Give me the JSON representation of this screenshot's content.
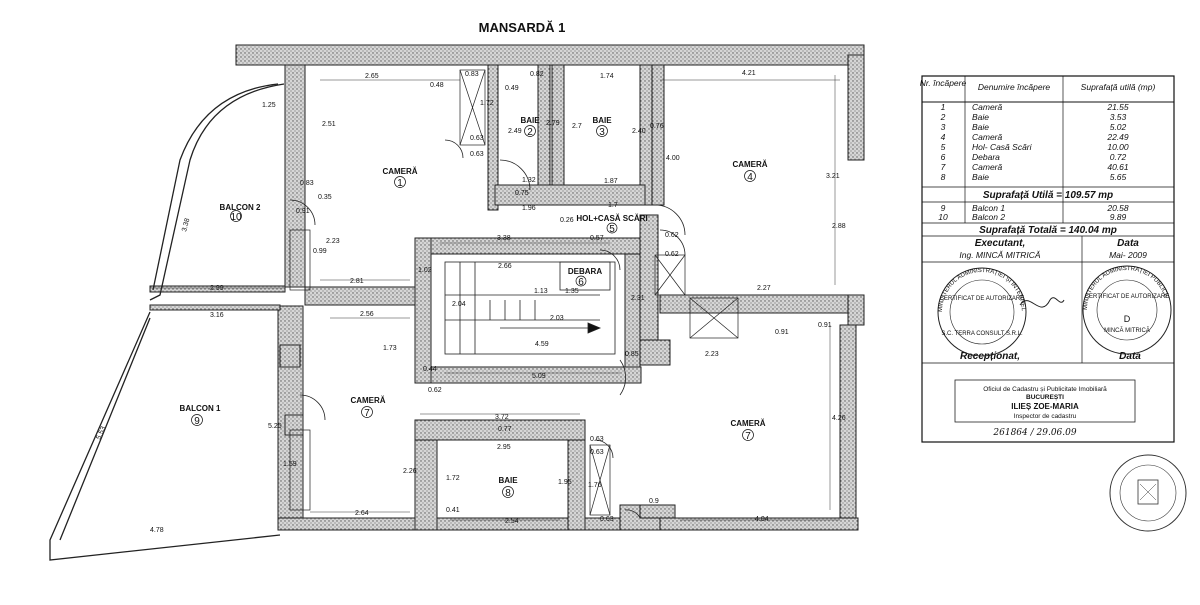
{
  "title": "MANSARDĂ 1",
  "rooms": [
    {
      "label": "CAMERĂ",
      "num": "1"
    },
    {
      "label": "BAIE",
      "num": "2"
    },
    {
      "label": "BAIE",
      "num": "3"
    },
    {
      "label": "CAMERĂ",
      "num": "4"
    },
    {
      "label": "HOL+CASĂ SCĂRI",
      "num": "5"
    },
    {
      "label": "DEBARA",
      "num": "6"
    },
    {
      "label": "CAMERĂ",
      "num": "7"
    },
    {
      "label": "CAMERĂ",
      "num": "7"
    },
    {
      "label": "BAIE",
      "num": "8"
    },
    {
      "label": "BALCON 1",
      "num": "9"
    },
    {
      "label": "BALCON 2",
      "num": "10"
    }
  ],
  "dimensions": [
    "1.25",
    "2.65",
    "0.48",
    "0.83",
    "0.82",
    "1.74",
    "4.21",
    "2.51",
    "1.72",
    "0.49",
    "2.79",
    "2.7",
    "2.49",
    "0.76",
    "2.40",
    "0.63",
    "0.63",
    "1.32",
    "1.87",
    "4.00",
    "3.21",
    "2.88",
    "0.75",
    "1.96",
    "1.7",
    "0.26",
    "0.57",
    "0.83",
    "0.35",
    "0.91",
    "0.99",
    "2.23",
    "1.02",
    "3.38",
    "2.66",
    "1.13",
    "1.35",
    "2.04",
    "2.31",
    "0.62",
    "0.62",
    "2.27",
    "2.81",
    "2.99",
    "3.16",
    "2.56",
    "1.73",
    "2.03",
    "4.59",
    "0.85",
    "2.23",
    "0.91",
    "0.44",
    "0.62",
    "5.09",
    "3.72",
    "0.77",
    "2.95",
    "0.63",
    "0.63",
    "1.59",
    "2.26",
    "1.72",
    "1.95",
    "1.76",
    "0.9",
    "2.64",
    "2.54",
    "0.41",
    "0.63",
    "4.04",
    "4.78",
    "5.53",
    "5.25",
    "4.26",
    "3.38",
    "0.91"
  ],
  "table": {
    "headers": [
      "Nr. încăpere",
      "Denumire încăpere",
      "Suprafață utilă (mp)"
    ],
    "rows": [
      [
        "1",
        "Cameră",
        "21.55"
      ],
      [
        "2",
        "Baie",
        "3.53"
      ],
      [
        "3",
        "Baie",
        "5.02"
      ],
      [
        "4",
        "Cameră",
        "22.49"
      ],
      [
        "5",
        "Hol- Casă Scări",
        "10.00"
      ],
      [
        "6",
        "Debara",
        "0.72"
      ],
      [
        "7",
        "Cameră",
        "40.61"
      ],
      [
        "8",
        "Baie",
        "5.65"
      ]
    ],
    "util_total": "Suprafață Utilă = 109.57 mp",
    "balcony_rows": [
      [
        "9",
        "Balcon 1",
        "20.58"
      ],
      [
        "10",
        "Balcon 2",
        "9.89"
      ]
    ],
    "grand_total": "Suprafață Totală = 140.04 mp",
    "exec_header": "Executant,",
    "date_header": "Data",
    "executant": "Ing. MINCĂ MITRICĂ",
    "date": "Mai- 2009",
    "receptionat": "Recepționat,",
    "data_label": "Data"
  },
  "stamps": {
    "left_ring": "MINISTERUL ADMINISTRAȚIEI ȘI INTERNELOR",
    "left_center": "CERTIFICAT DE AUTORIZARE",
    "left_firm": "S.C. TERRA CONSULT S.R.L.",
    "right_ring": "MINISTERUL ADMINISTRAȚIEI PUBLICE",
    "right_center": "CERTIFICAT DE AUTORIZARE",
    "right_cat": "D",
    "right_name": "MINCĂ MITRICĂ",
    "ocpi_line1": "Oficiul de Cadastru și Publicitate Imobiliară",
    "ocpi_line2": "BUCUREȘTI",
    "ocpi_name": "ILIEȘ ZOE-MARIA",
    "ocpi_role": "Inspector de cadastru",
    "ocpi_ref": "261864 / 29.06.09"
  }
}
